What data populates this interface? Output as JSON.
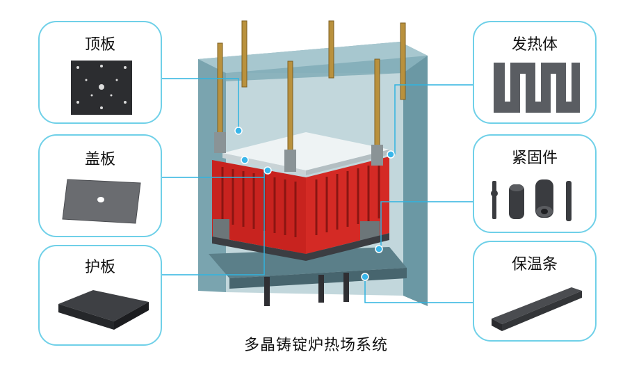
{
  "left_panels": [
    {
      "label": "顶板"
    },
    {
      "label": "盖板"
    },
    {
      "label": "护板"
    }
  ],
  "right_panels": [
    {
      "label": "发热体"
    },
    {
      "label": "紧固件"
    },
    {
      "label": "保温条"
    }
  ],
  "caption": "多晶铸锭炉热场系统",
  "colors": {
    "frame": "#6fd0e8",
    "heater": "#d42a25",
    "wall": "#7fa7b3",
    "rod": "#b9913d",
    "graphite": "#3a3c40"
  }
}
